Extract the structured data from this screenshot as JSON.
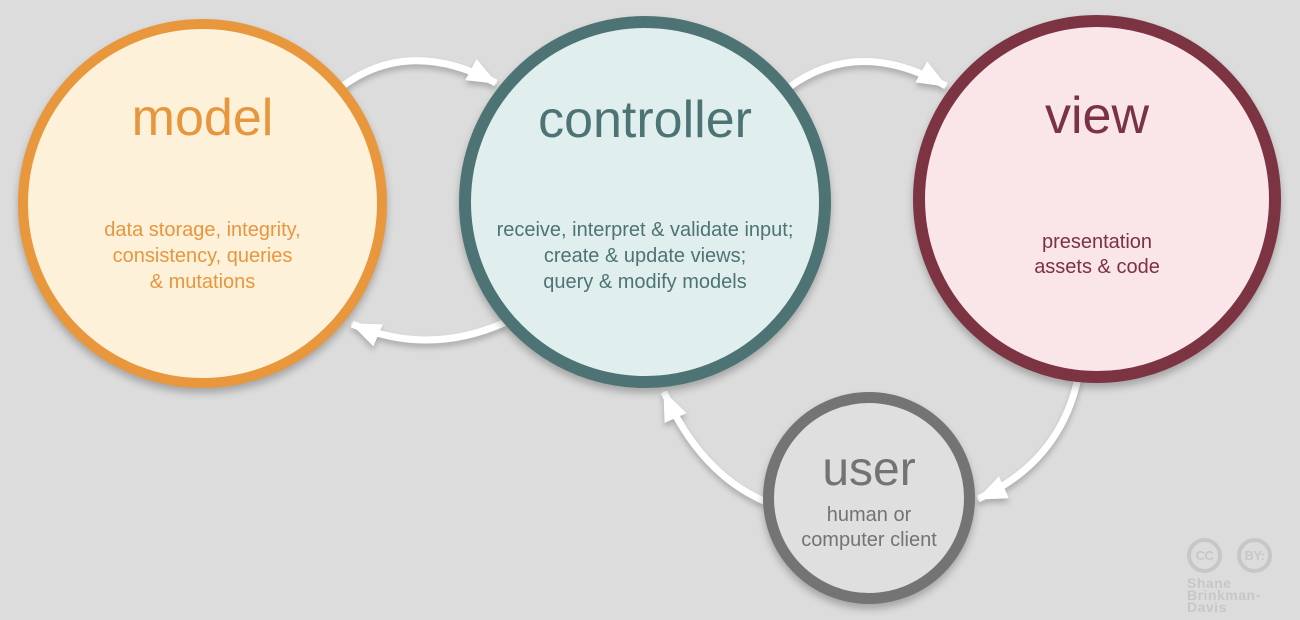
{
  "background_color": "#dcdcdc",
  "arrow_color": "#ffffff",
  "nodes": [
    {
      "id": "model",
      "title": "model",
      "desc_lines": [
        "data storage, integrity,",
        "consistency, queries",
        "& mutations"
      ],
      "border_color": "#e9973d",
      "fill_color": "#fdf1da",
      "text_color": "#e8963e"
    },
    {
      "id": "controller",
      "title": "controller",
      "desc_lines": [
        "receive, interpret & validate input;",
        "create & update views;",
        "query & modify models"
      ],
      "border_color": "#4d7374",
      "fill_color": "#e0efed",
      "text_color": "#4d7374"
    },
    {
      "id": "view",
      "title": "view",
      "desc_lines": [
        "presentation",
        "assets & code"
      ],
      "border_color": "#7c3443",
      "fill_color": "#fae5e8",
      "text_color": "#7b3242"
    },
    {
      "id": "user",
      "title": "user",
      "desc_lines": [
        "human or",
        "computer client"
      ],
      "border_color": "#747474",
      "fill_color": "#dfdfdf",
      "text_color": "#737373"
    }
  ],
  "arrows": [
    {
      "from": "model",
      "to": "controller"
    },
    {
      "from": "controller",
      "to": "model"
    },
    {
      "from": "controller",
      "to": "view"
    },
    {
      "from": "view",
      "to": "user"
    },
    {
      "from": "user",
      "to": "controller"
    }
  ],
  "attribution": {
    "badge_cc": "CC",
    "badge_by": "BY:",
    "author_line1": "Shane",
    "author_line2": "Brinkman-Davis",
    "color": "#c7c7c7"
  }
}
